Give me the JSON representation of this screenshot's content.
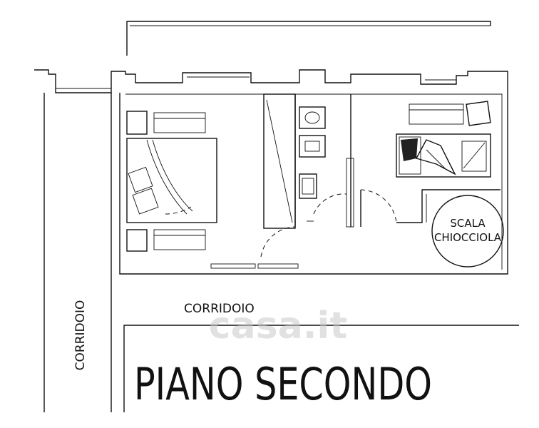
{
  "labels": {
    "stair": [
      "SCALA",
      "CHIOCCIOLA"
    ],
    "corridor_h": "CORRIDOIO",
    "corridor_v": "CORRIDOIO",
    "floor_title": "PIANO SECONDO"
  },
  "watermark": "casa.it"
}
